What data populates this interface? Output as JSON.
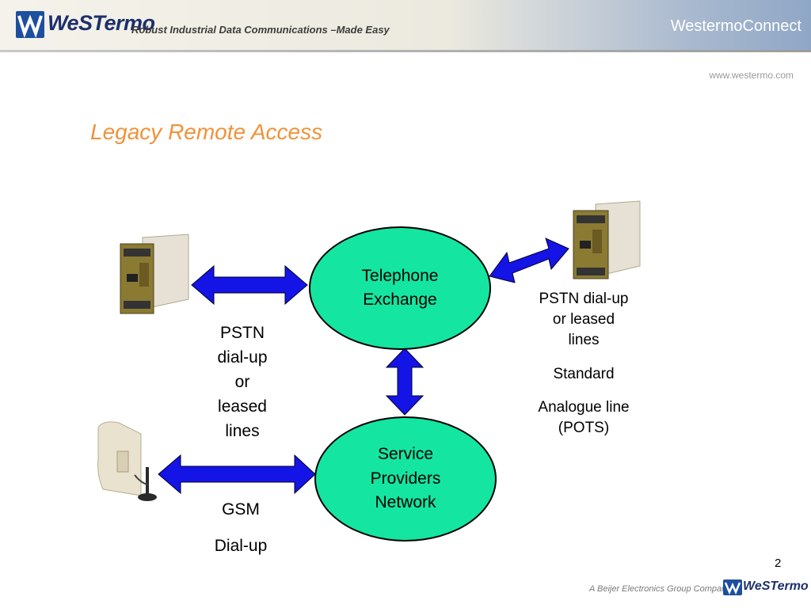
{
  "header": {
    "logo_text": "WeSTermo",
    "tagline": "Robust Industrial Data Communications –Made Easy",
    "brand": "WestermoConnect",
    "url": "www.westermo.com"
  },
  "slide": {
    "title": "Legacy Remote Access",
    "page_number": "2"
  },
  "diagram": {
    "nodes": {
      "exchange": "Telephone\nExchange",
      "provider": "Service\nProviders\nNetwork"
    },
    "labels": {
      "left_link": "PSTN\ndial-up\nor\nleased\nlines",
      "right_link": "PSTN dial-up\nor leased\nlines",
      "right_standard": "Standard",
      "right_analogue": "Analogue line\n(POTS)",
      "gsm": "GSM",
      "gsm_dialup": "Dial-up"
    },
    "icons": [
      "din-rail-modem-icon",
      "din-rail-modem-icon",
      "gsm-modem-icon"
    ],
    "arrow_color": "#1414e6",
    "node_color": "#14e5a0"
  },
  "footer": {
    "group_text": "A Beijer Electronics Group Company",
    "logo_text": "WeSTermo"
  }
}
